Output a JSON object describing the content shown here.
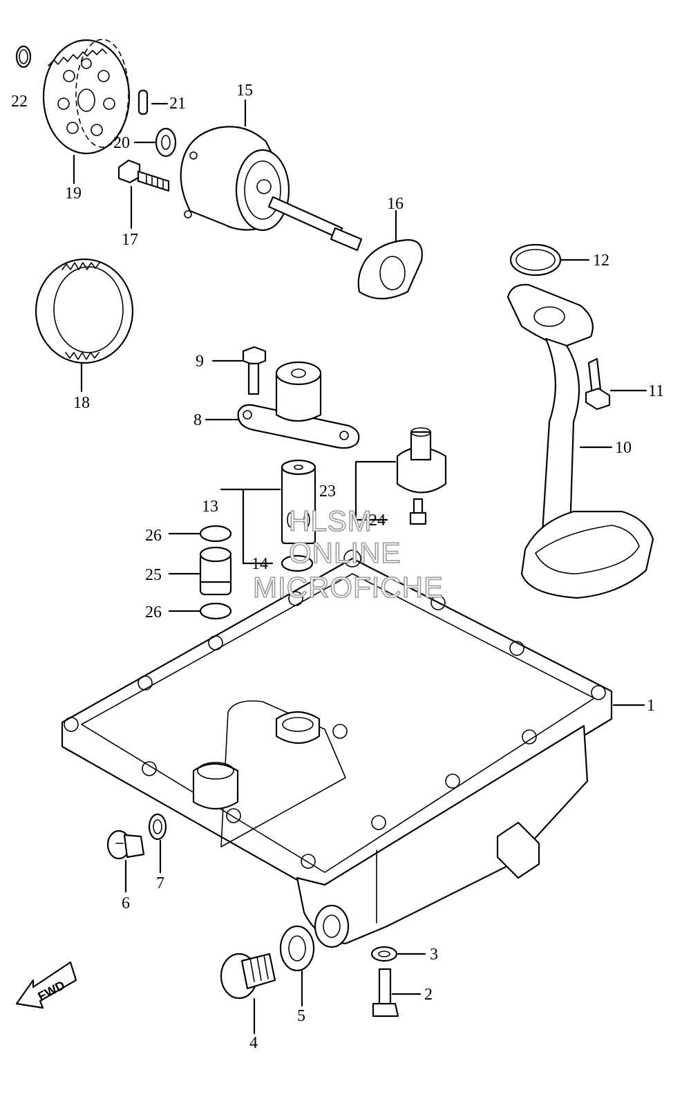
{
  "diagram": {
    "labels": {
      "p1": "1",
      "p2": "2",
      "p3": "3",
      "p4": "4",
      "p5": "5",
      "p6": "6",
      "p7": "7",
      "p8": "8",
      "p9": "9",
      "p10": "10",
      "p11": "11",
      "p12": "12",
      "p13": "13",
      "p14": "14",
      "p15": "15",
      "p16": "16",
      "p17": "17",
      "p18": "18",
      "p19": "19",
      "p20": "20",
      "p21": "21",
      "p22": "22",
      "p23": "23",
      "p24": "24",
      "p25": "25",
      "p26a": "26",
      "p26b": "26"
    },
    "fwd_label": "FWD",
    "watermark": {
      "line1": "HLSM",
      "line2": "ONLINE",
      "line3": "MICROFICHE"
    }
  }
}
